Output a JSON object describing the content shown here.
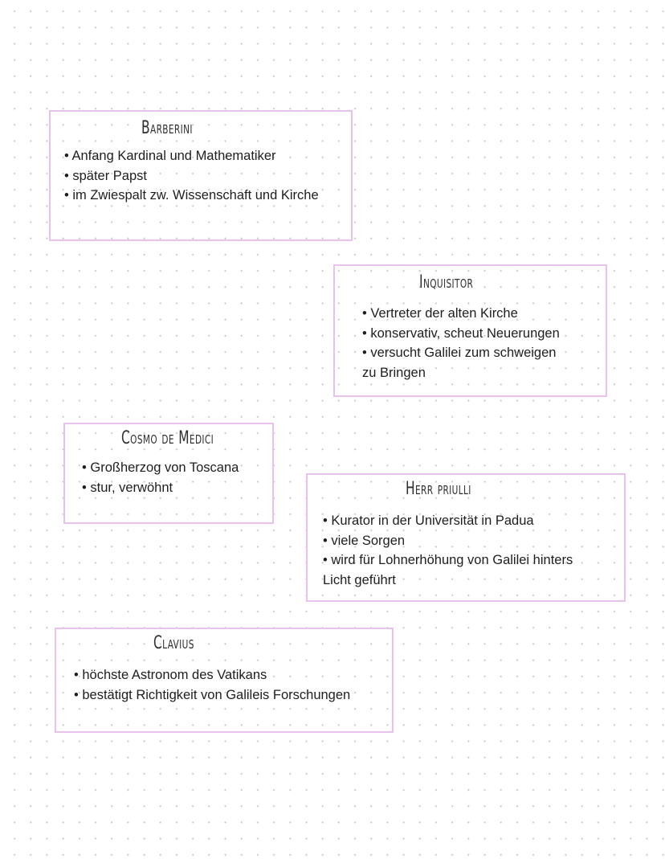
{
  "colors": {
    "card_border": "#e8c2ea",
    "dot_grid": "#c9c9c9",
    "text": "#1e1e1e"
  },
  "cards": [
    {
      "title": "Barberini",
      "lines": [
        "• Anfang Kardinal und Mathematiker",
        "• später Papst",
        "• im Zwiespalt zw. Wissenschaft und Kirche"
      ]
    },
    {
      "title": "Inquisitor",
      "lines": [
        "• Vertreter der alten Kirche",
        "• konservativ, scheut Neuerungen",
        "• versucht Galilei zum schweigen",
        "zu Bringen"
      ]
    },
    {
      "title": "Cosmo de Medici",
      "lines": [
        "• Großherzog von Toscana",
        "• stur, verwöhnt"
      ]
    },
    {
      "title": "Herr priulli",
      "lines": [
        "• Kurator in der Universität in Padua",
        "• viele Sorgen",
        "• wird für Lohnerhöhung von Galilei hinters",
        "Licht geführt"
      ]
    },
    {
      "title": "Clavius",
      "lines": [
        "• höchste Astronom des Vatikans",
        "• bestätigt Richtigkeit von Galileis Forschungen"
      ]
    }
  ]
}
